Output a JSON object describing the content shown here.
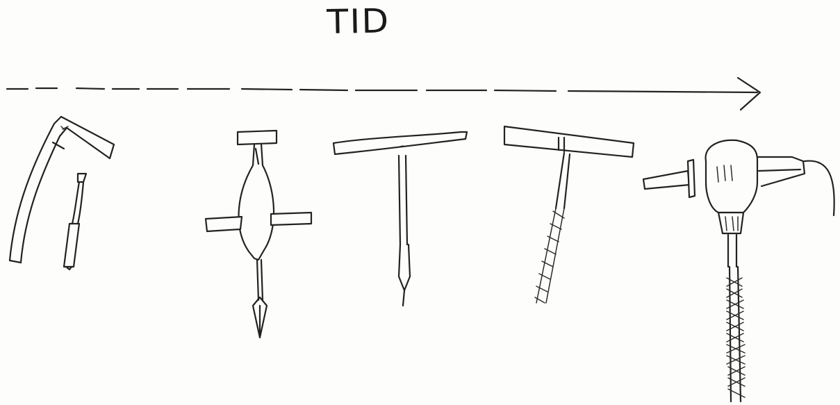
{
  "diagram": {
    "title": "TID",
    "arrow": "time-axis-arrow",
    "stages": [
      {
        "name": "adze-and-chisel"
      },
      {
        "name": "bow-drill-with-spindle"
      },
      {
        "name": "t-handle-awl"
      },
      {
        "name": "t-handle-auger"
      },
      {
        "name": "electric-drill-with-bit"
      }
    ]
  }
}
